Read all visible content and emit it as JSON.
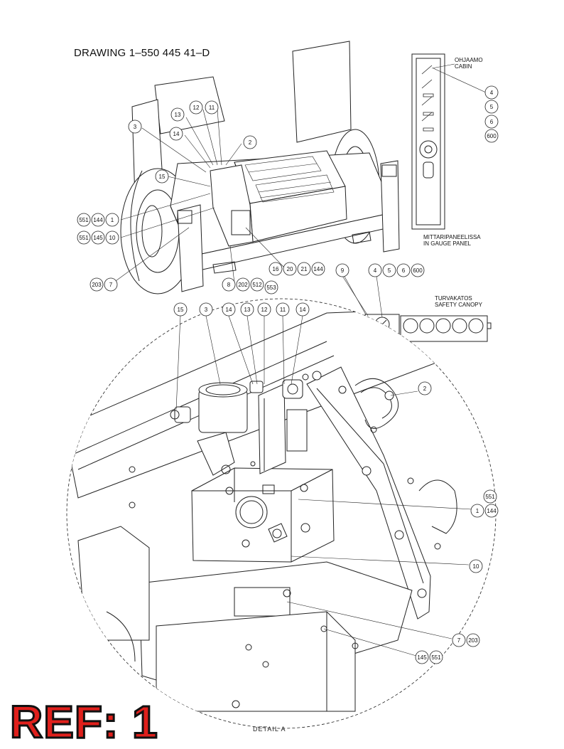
{
  "drawing_title": "DRAWING 1–550 445 41–D",
  "cabin_label": {
    "fi": "OHJAAMO",
    "en": "CABIN"
  },
  "gauge_panel_label": {
    "fi": "MITTARIPANEELISSA",
    "en": "IN GAUGE PANEL"
  },
  "canopy_label": {
    "fi": "TURVAKATOS",
    "en": "SAFETY CANOPY"
  },
  "detail_label": "DETAIL A",
  "ref_label": "REF: 1",
  "colors": {
    "ref_fill": "#e0201c",
    "ink": "#111111"
  },
  "main_view_callouts": [
    "13",
    "12",
    "11",
    "14",
    "3",
    "2",
    "15",
    "551",
    "144",
    "1",
    "551",
    "145",
    "10",
    "203",
    "7",
    "8",
    "202",
    "512",
    "553",
    "16",
    "20",
    "21",
    "144"
  ],
  "panel_callouts": [
    "4",
    "5",
    "6",
    "600"
  ],
  "canopy_callouts": [
    "9",
    "4",
    "5",
    "6",
    "600"
  ],
  "detail_callouts": [
    "15",
    "3",
    "14",
    "13",
    "12",
    "11",
    "14",
    "2",
    "551",
    "1",
    "144",
    "10",
    "7",
    "203",
    "145",
    "551"
  ]
}
